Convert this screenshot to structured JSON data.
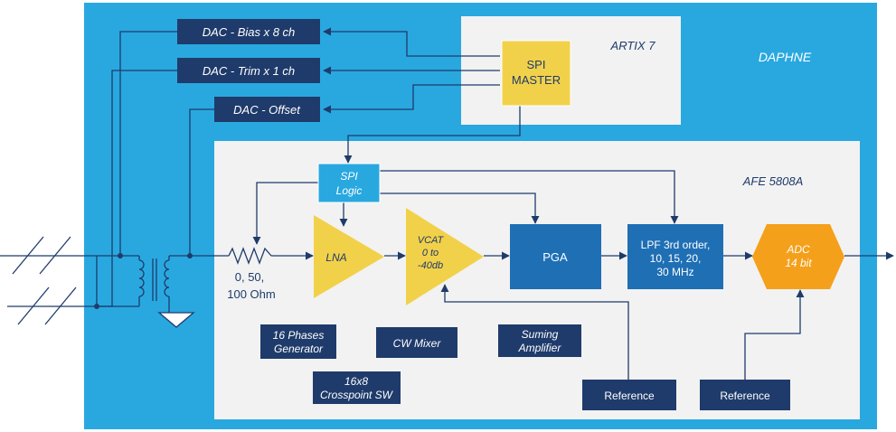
{
  "labels": {
    "daphne": "DAPHNE",
    "artix": "ARTIX 7",
    "afe": "AFE 5808A",
    "dac_bias": "DAC - Bias x  8 ch",
    "dac_trim": "DAC - Trim x 1 ch",
    "dac_offset": "DAC - Offset",
    "spi_master_1": "SPI",
    "spi_master_2": "MASTER",
    "spi_logic_1": "SPI",
    "spi_logic_2": "Logic",
    "lna": "LNA",
    "vcat_1": "VCAT",
    "vcat_2": "0 to",
    "vcat_3": "-40db",
    "pga": "PGA",
    "lpf_1": "LPF 3rd order,",
    "lpf_2": "10, 15, 20,",
    "lpf_3": "30 MHz",
    "adc_1": "ADC",
    "adc_2": "14 bit",
    "resistor_1": "0, 50,",
    "resistor_2": "100 Ohm",
    "phases_1": "16 Phases",
    "phases_2": "Generator",
    "cw_mixer": "CW Mixer",
    "suming_1": "Suming",
    "suming_2": "Amplifier",
    "crosspoint_1": "16x8",
    "crosspoint_2": "Crosspoint SW",
    "reference_1": "Reference",
    "reference_2": "Reference"
  },
  "colors": {
    "board_blue": "#29a8e0",
    "dark_navy": "#1f3b6b",
    "light_panel": "#f2f2f2",
    "yellow": "#f2d14a",
    "pga_blue": "#1f6fb5",
    "spi_logic_blue": "#29a8e0",
    "adc_orange": "#f5a01a",
    "line": "#1f3b6b"
  }
}
